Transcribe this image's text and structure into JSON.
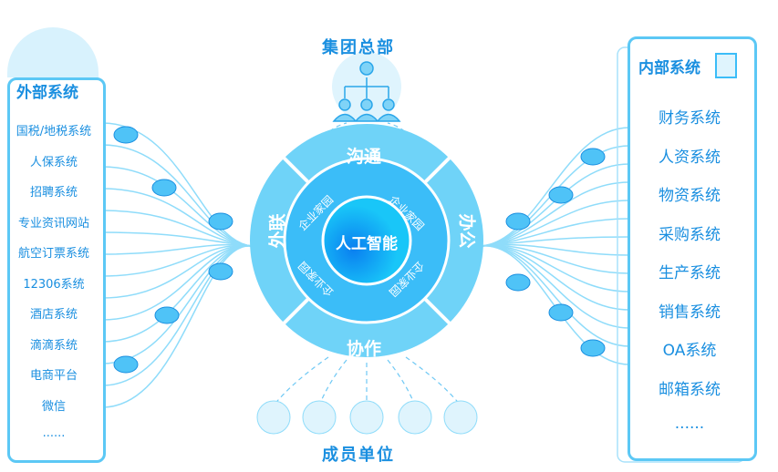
{
  "center": {
    "core": "人工智能",
    "ring_text": "企业家园",
    "segments": {
      "top": "沟通",
      "right": "办公",
      "bottom": "协作",
      "left": "外联"
    }
  },
  "top_label": "集团总部",
  "bottom_label": "成员单位",
  "external": {
    "title": "外部系统",
    "items": [
      "国税/地税系统",
      "人保系统",
      "招聘系统",
      "专业资讯网站",
      "航空订票系统",
      "12306系统",
      "酒店系统",
      "滴滴系统",
      "电商平台",
      "微信",
      "......"
    ]
  },
  "internal": {
    "title": "内部系统",
    "items": [
      "财务系统",
      "人资系统",
      "物资系统",
      "采购系统",
      "生产系统",
      "销售系统",
      "OA系统",
      "邮箱系统",
      "......"
    ]
  },
  "colors": {
    "primary": "#1a8fe0",
    "light": "#6fd3f8",
    "mid": "#3bbdf8",
    "core": "#0a8ff0"
  }
}
